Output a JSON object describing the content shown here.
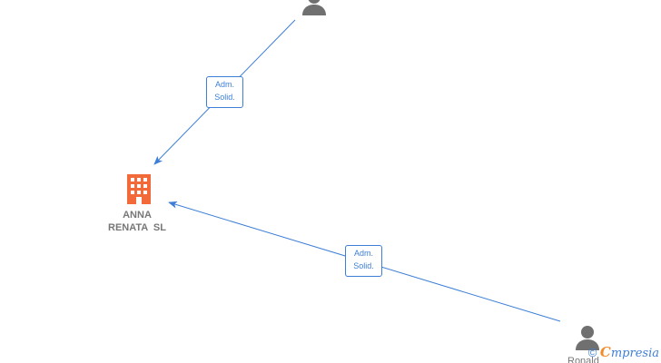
{
  "colors": {
    "edge": "#3d7fd6",
    "company_icon": "#f26a3a",
    "person_icon": "#707070",
    "text": "#777777"
  },
  "company": {
    "icon": "building-icon",
    "name_line1": "ANNA",
    "name_line2": "RENATA  SL"
  },
  "persons": [
    {
      "icon": "person-icon",
      "name": ""
    },
    {
      "icon": "person-icon",
      "name": "Ronald"
    }
  ],
  "relations": [
    {
      "label_line1": "Adm.",
      "label_line2": "Solid."
    },
    {
      "label_line1": "Adm.",
      "label_line2": "Solid."
    }
  ],
  "watermark": {
    "copyright_symbol": "©",
    "brand_initial": "C",
    "brand_rest": "mpresia"
  }
}
